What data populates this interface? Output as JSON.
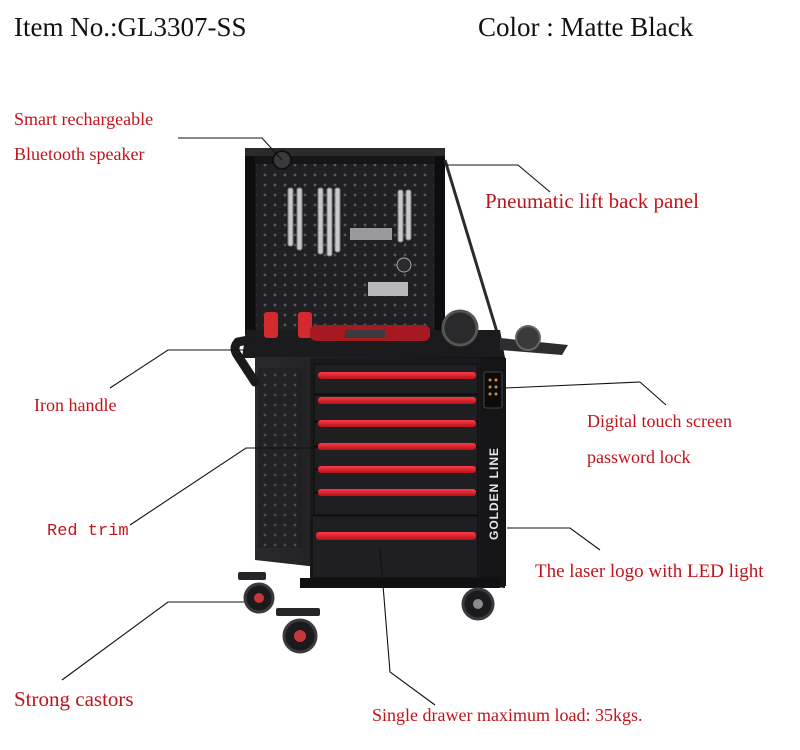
{
  "header": {
    "item_no": "Item No.:GL3307-SS",
    "color": "Color : Matte Black"
  },
  "callouts": {
    "speaker_line1": "Smart rechargeable",
    "speaker_line2": "Bluetooth speaker",
    "back_panel": "Pneumatic lift back panel",
    "handle": "Iron handle",
    "lock_line1": "Digital touch screen",
    "lock_line2": "password lock",
    "trim": "Red trim",
    "logo": "The laser logo with LED light",
    "castors": "Strong castors",
    "load": "Single drawer maximum load: 35kgs."
  },
  "product": {
    "brand_logo": "GOLDEN LINE",
    "drawer_count": 7,
    "body_color": "#1c1c1e",
    "trim_color": "#d6202a"
  }
}
